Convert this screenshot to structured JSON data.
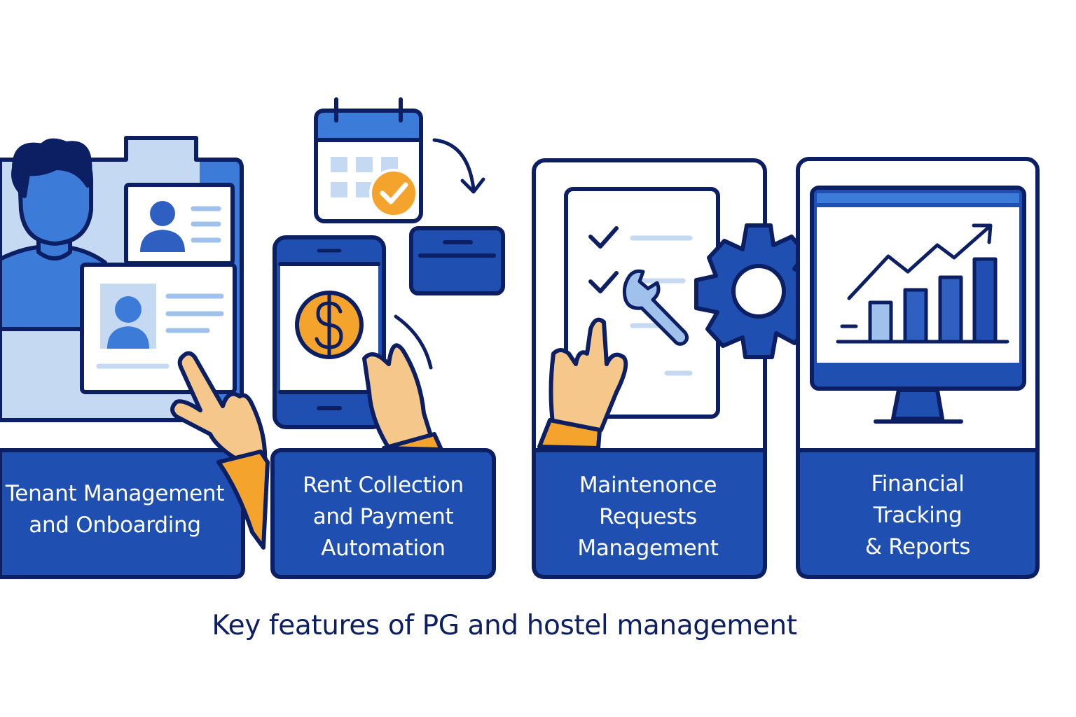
{
  "panels": [
    {
      "lines": [
        "Tenant Management",
        "and Onboarding"
      ]
    },
    {
      "lines": [
        "Rent Collection",
        "and Payment",
        "Automation"
      ]
    },
    {
      "lines": [
        "Maintenonce",
        "Requests",
        "Management"
      ]
    },
    {
      "lines": [
        "Financial",
        "Tracking",
        "& Reports"
      ]
    }
  ],
  "caption": "Key features of PG and hostel management",
  "colors": {
    "navy": "#0d1f63",
    "royal_blue": "#1f4fb0",
    "medium_blue": "#3d7bd8",
    "light_blue": "#c6d9f2",
    "orange": "#f4a42c",
    "skin": "#f5c78a",
    "white": "#ffffff"
  },
  "icons": [
    "user-avatar-icon",
    "id-card-icon",
    "calendar-check-icon",
    "credit-card-icon",
    "smartphone-icon",
    "dollar-coin-icon",
    "hand-tap-icon",
    "checklist-icon",
    "wrench-icon",
    "gear-icon",
    "monitor-chart-icon",
    "arrow-up-icon"
  ]
}
